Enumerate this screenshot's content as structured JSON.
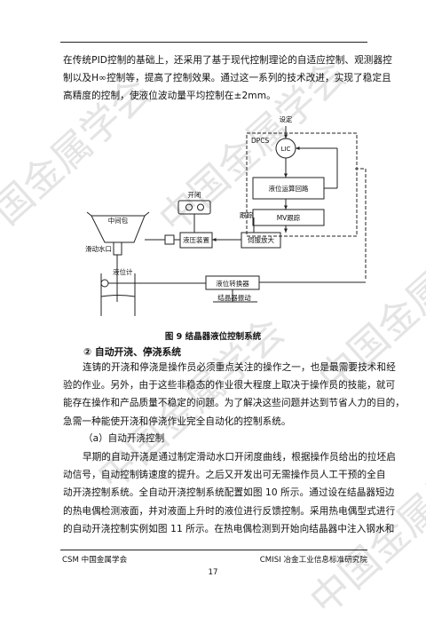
{
  "intro_lines": [
    "在传统PID控制的基础上，还采用了基于现代控制理论的自适应控制、观测器控",
    "制以及H∞控制等，提高了控制效果。通过这一系列的技术改进，实现了稳定且",
    "高精度的控制，使液位波动量平均控制在±2mm。"
  ],
  "figure": {
    "setpoint": "设定",
    "dpcs": "DPCS",
    "lic": "LIC",
    "calc_circuit": "液位运算回路",
    "mv_track": "MV跟踪",
    "onoff": "开闭",
    "tundish": "中间包",
    "slide_gate": "滑动水口",
    "hydraulic": "液压装置",
    "servo_amp": "伺服放大",
    "track": "跟踪",
    "level_meter": "液位计",
    "level_converter": "液位转换器",
    "mold_signal": "结晶器振动"
  },
  "caption": "图 9  结晶器液位控制系统",
  "section_heading": "②  自动开浇、停浇系统",
  "para1_lines": [
    "连铸的开浇和停浇是操作员必须重点关注的操作之一，也是最需要技术和经",
    "验的作业。另外，由于这些非稳态的作业很大程度上取决于操作员的技能，就可",
    "能存在操作和产品质量不稳定的问题。为了解决这些问题并达到节省人力的目的，",
    "急需一种能使开浇和停浇作业完全自动化的控制系统。"
  ],
  "subheading": "（a）自动开浇控制",
  "para2_lines": [
    "早期的自动开浇是通过制定滑动水口开闭度曲线，根据操作员给出的拉坯启",
    "动信号，自动控制铸速度的提升。之后又开发出可无需操作员人工干预的全自",
    "动开浇控制系统。全自动开浇控制系统配置如图 10 所示。通过设在结晶器短边",
    "的热电偶检测液面，并对液面上升时的液位进行反馈控制。采用热电偶型式进行",
    "的自动开浇控制实例如图 11 所示。在热电偶检测到开始向结晶器中注入钢水和"
  ],
  "footer_left": "CSM 中国金属学会",
  "footer_right": "CMISI 冶金工业信息标准研究院",
  "page_number": "17",
  "watermark": "中国金属学会"
}
